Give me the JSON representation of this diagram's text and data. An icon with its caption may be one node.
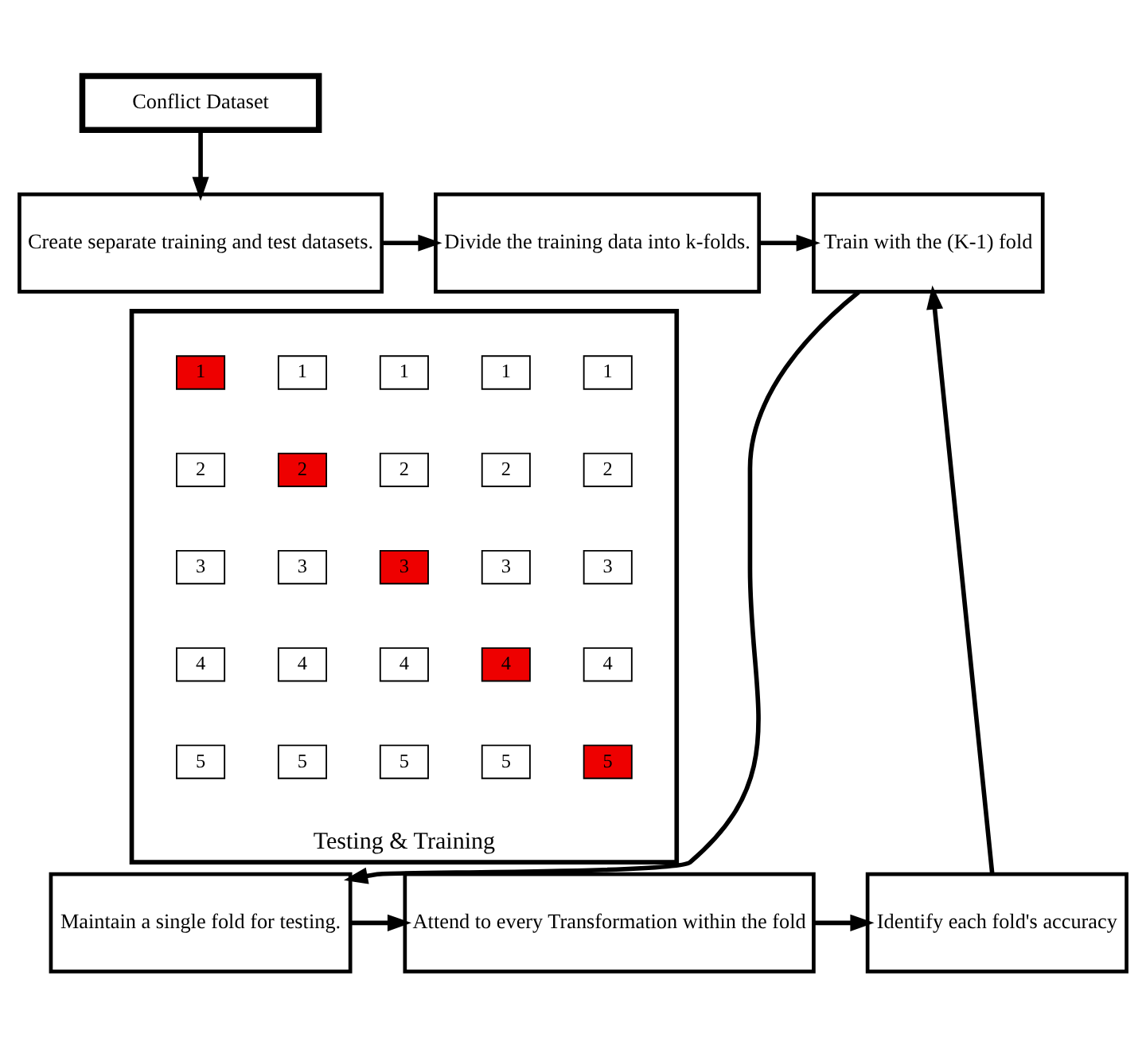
{
  "diagram": {
    "nodes": [
      {
        "text": [
          "Conflict Dataset"
        ]
      },
      {
        "text": [
          "Create separate training and test datasets."
        ]
      },
      {
        "text": [
          "Divide the training data into k-folds."
        ]
      },
      {
        "text": [
          "Train with the (K-1) fold"
        ]
      },
      {
        "text": [
          "Testing & Training"
        ]
      },
      {
        "text": [
          "1"
        ],
        "in": 4
      },
      {
        "text": [
          "1"
        ],
        "in": 4
      },
      {
        "text": [
          "1"
        ],
        "in": 4
      },
      {
        "text": [
          "1"
        ],
        "in": 4
      },
      {
        "text": [
          "1"
        ],
        "in": 4
      },
      {
        "text": [
          "2"
        ],
        "in": 4
      },
      {
        "text": [
          "2"
        ],
        "in": 4
      },
      {
        "text": [
          "2"
        ],
        "in": 4
      },
      {
        "text": [
          "2"
        ],
        "in": 4
      },
      {
        "text": [
          "2"
        ],
        "in": 4
      },
      {
        "text": [
          "3"
        ],
        "in": 4
      },
      {
        "text": [
          "3"
        ],
        "in": 4
      },
      {
        "text": [
          "3"
        ],
        "in": 4
      },
      {
        "text": [
          "3"
        ],
        "in": 4
      },
      {
        "text": [
          "3"
        ],
        "in": 4
      },
      {
        "text": [
          "4"
        ],
        "in": 4
      },
      {
        "text": [
          "4"
        ],
        "in": 4
      },
      {
        "text": [
          "4"
        ],
        "in": 4
      },
      {
        "text": [
          "4"
        ],
        "in": 4
      },
      {
        "text": [
          "4"
        ],
        "in": 4
      },
      {
        "text": [
          "5"
        ],
        "in": 4
      },
      {
        "text": [
          "5"
        ],
        "in": 4
      },
      {
        "text": [
          "5"
        ],
        "in": 4
      },
      {
        "text": [
          "5"
        ],
        "in": 4
      },
      {
        "text": [
          "5"
        ],
        "in": 4
      },
      {
        "text": [
          "Maintain a single fold for testing."
        ]
      },
      {
        "text": [
          "Attend to every Transformation within the fold"
        ]
      },
      {
        "text": [
          "Identify each fold's accuracy"
        ]
      }
    ],
    "edges": [
      {
        "from": 0,
        "to": 1,
        "arrow": "to"
      },
      {
        "from": 1,
        "to": 2,
        "arrow": "to"
      },
      {
        "from": 2,
        "to": 3,
        "arrow": "to"
      },
      {
        "from": 3,
        "to": 30,
        "arrow": "to"
      },
      {
        "from": 30,
        "to": 31,
        "arrow": "to"
      },
      {
        "from": 31,
        "to": 32,
        "arrow": "to"
      },
      {
        "from": 32,
        "to": 3,
        "arrow": "to"
      }
    ]
  }
}
